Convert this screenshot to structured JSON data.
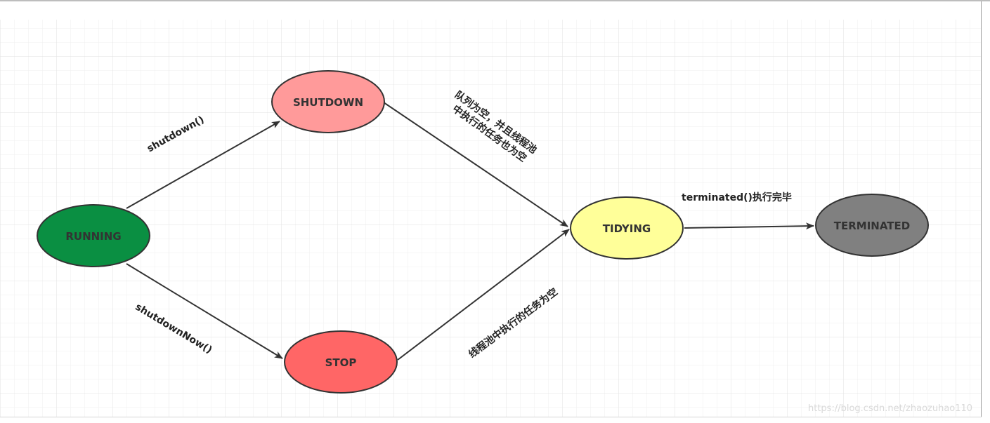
{
  "diagram": {
    "nodes": {
      "running": {
        "label": "RUNNING",
        "fill": "#0a8f42"
      },
      "shutdown": {
        "label": "SHUTDOWN",
        "fill": "#ff9a9a"
      },
      "stop": {
        "label": "STOP",
        "fill": "#ff6666"
      },
      "tidying": {
        "label": "TIDYING",
        "fill": "#ffff99"
      },
      "terminated": {
        "label": "TERMINATED",
        "fill": "#808080"
      }
    },
    "edges": {
      "running_shutdown": {
        "label": "shutdown()"
      },
      "running_stop": {
        "label": "shutdownNow()"
      },
      "shutdown_tidying": {
        "label_line1": "队列为空，并且线程池",
        "label_line2": "中执行的任务也为空"
      },
      "stop_tidying": {
        "label": "线程池中执行的任务为空"
      },
      "tidying_terminated": {
        "label": "terminated()执行完毕"
      }
    }
  },
  "watermark": "https://blog.csdn.net/zhaozuhao110"
}
